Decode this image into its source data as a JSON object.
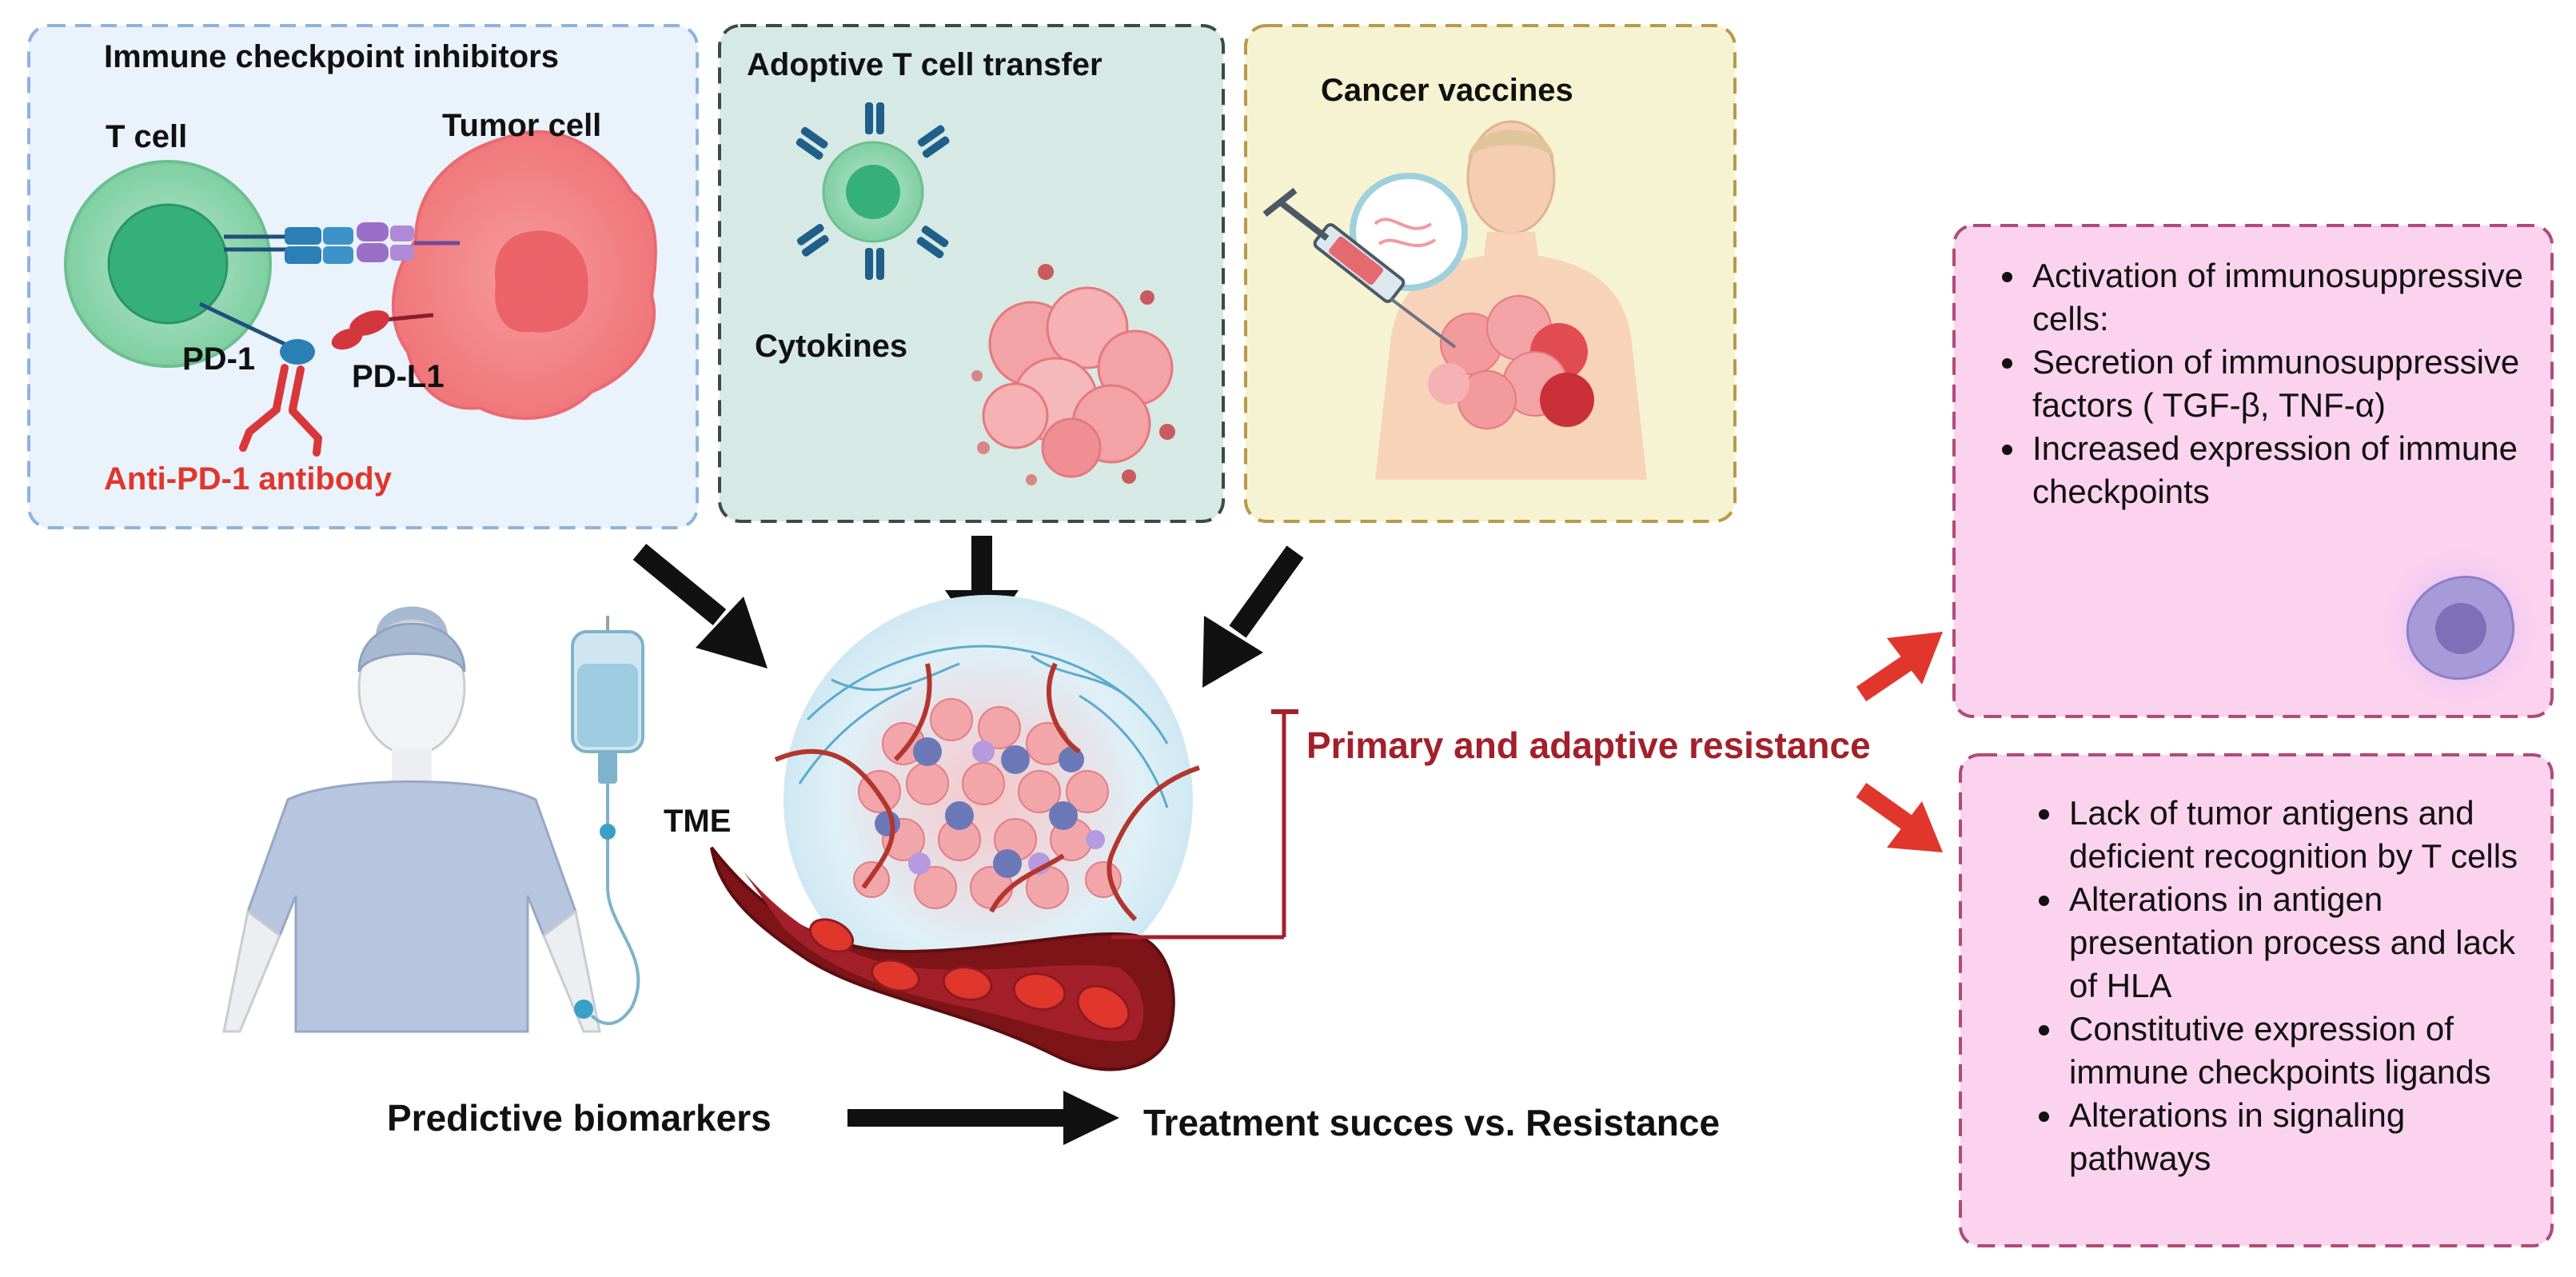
{
  "panels": {
    "checkpoint": {
      "title": "Immune checkpoint inhibitors",
      "t_cell": "T cell",
      "tumor_cell": "Tumor cell",
      "pd1": "PD-1",
      "pdl1": "PD-L1",
      "antibody": "Anti-PD-1 antibody"
    },
    "adoptive": {
      "title": "Adoptive T cell transfer",
      "cytokines": "Cytokines"
    },
    "vaccines": {
      "title": "Cancer vaccines"
    }
  },
  "center": {
    "tme": "TME",
    "resistance": "Primary and adaptive resistance",
    "biomarkers": "Predictive biomarkers",
    "outcome": "Treatment succes vs. Resistance"
  },
  "right_boxes": {
    "top": {
      "items": [
        " Activation of immunosuppressive cells:",
        "Secretion of immunosuppressive factors ( TGF-β, TNF-α)",
        " Increased expression of immune checkpoints"
      ]
    },
    "bottom": {
      "items": [
        "Lack of tumor antigens and deficient recognition by T cells",
        "Alterations in antigen presentation process and lack of HLA",
        "Constitutive expression of immune checkpoints ligands",
        "Alterations in signaling pathways"
      ]
    }
  },
  "colors": {
    "panel_checkpoint_bg": "#eaf2fc",
    "panel_checkpoint_border": "#8fb3de",
    "panel_adoptive_bg": "#d6e9e4",
    "panel_adoptive_border": "#3a4b47",
    "panel_vaccine_bg": "#f6f3d2",
    "panel_vaccine_border": "#b99a4a",
    "right_box_bg": "#fbd3ef",
    "right_box_border": "#b04a7a",
    "resistance_red": "#a3202a",
    "antibody_red": "#e0362c",
    "arrow_red": "#e0362c",
    "arrow_black": "#111111"
  },
  "icons": [
    "t-cell-icon",
    "tumor-cell-icon",
    "antibody-icon",
    "syringe-icon",
    "patient-icon",
    "iv-bag-icon",
    "blood-vessel-icon",
    "tumor-mass-icon",
    "immunosuppressive-cell-icon"
  ]
}
